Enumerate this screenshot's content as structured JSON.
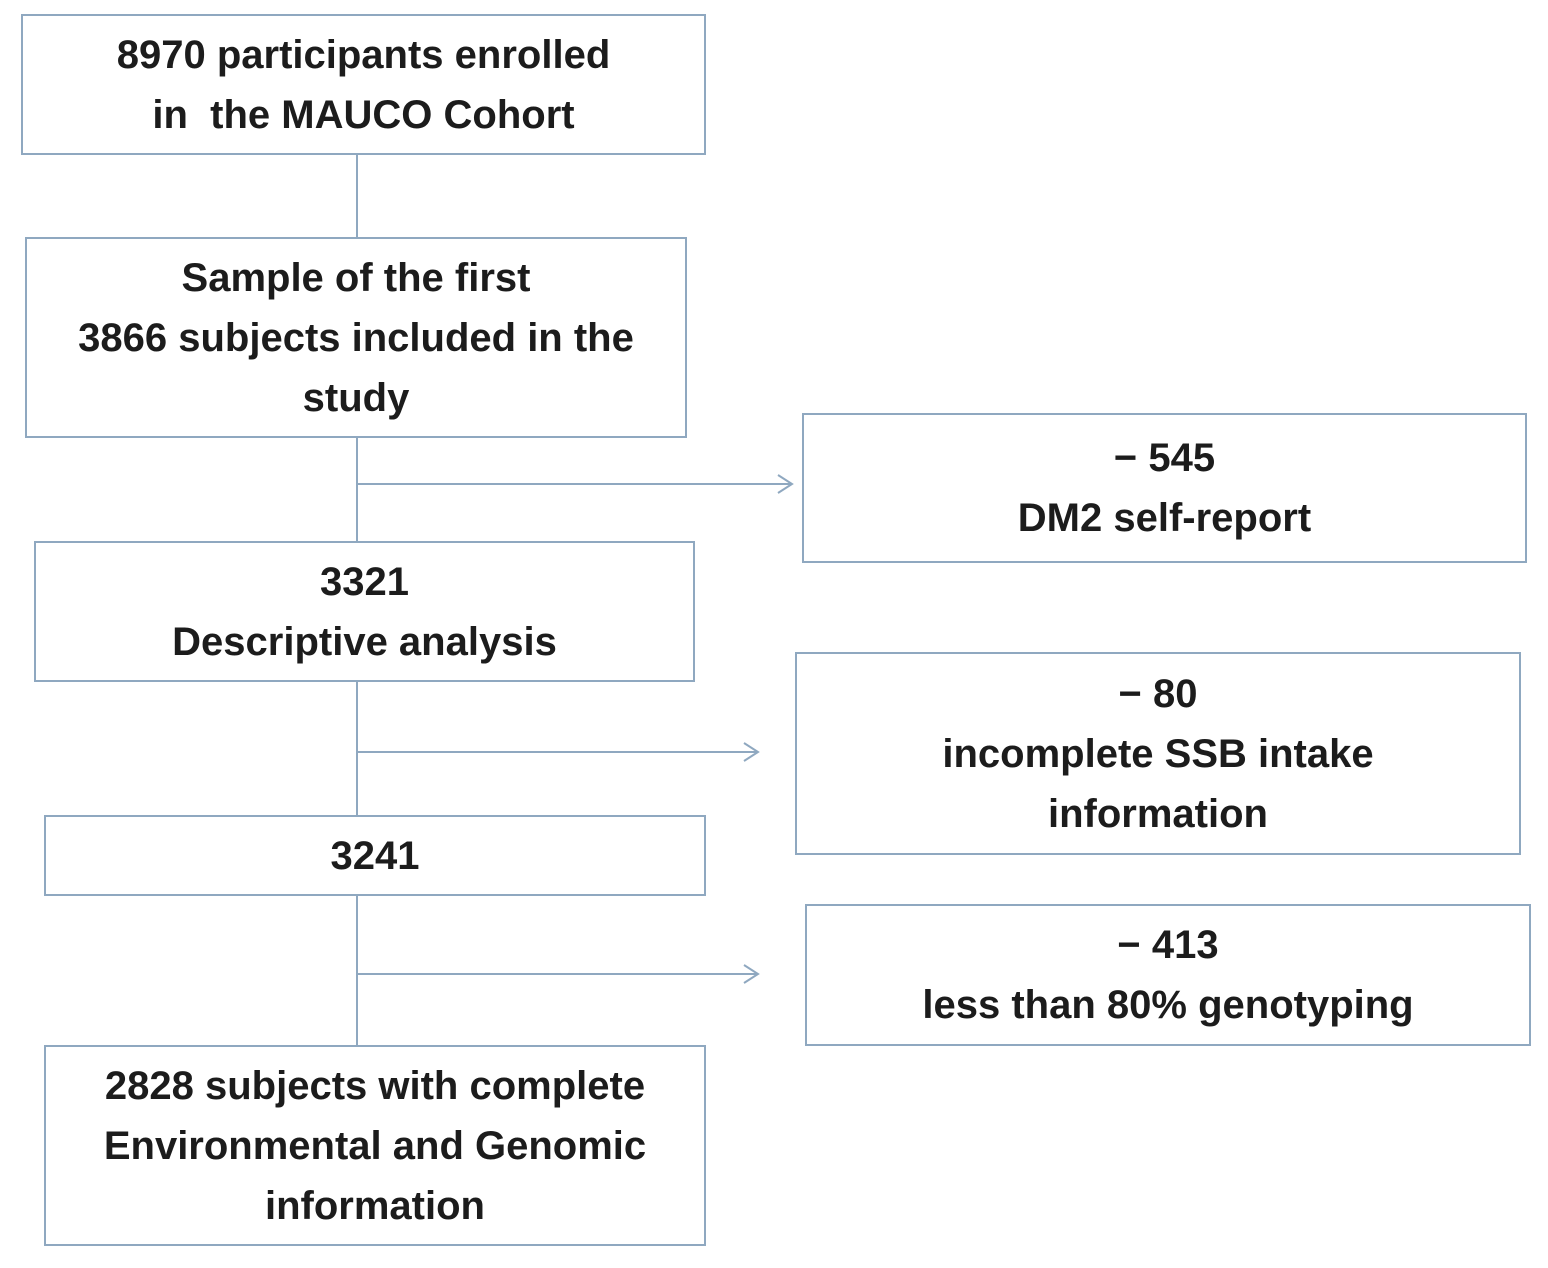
{
  "flow": {
    "enrolled": {
      "lines": [
        "8970 participants enrolled",
        "in  the MAUCO Cohort"
      ]
    },
    "sample": {
      "lines": [
        "Sample of the first",
        "3866 subjects included in the",
        "study"
      ]
    },
    "descriptive": {
      "lines": [
        "3321",
        "Descriptive analysis"
      ]
    },
    "ssb_complete": {
      "lines": [
        "3241"
      ]
    },
    "final": {
      "lines": [
        "2828 subjects with complete",
        "Environmental and Genomic",
        "information"
      ]
    }
  },
  "exclusions": {
    "dm2": {
      "lines": [
        "− 545",
        "DM2 self-report"
      ]
    },
    "ssb": {
      "lines": [
        "− 80",
        "incomplete SSB intake",
        "information"
      ]
    },
    "genotyping": {
      "lines": [
        "− 413",
        "less than 80% genotyping"
      ]
    }
  },
  "colors": {
    "border": "#8fa8c0",
    "connector": "#8fa8c0",
    "text": "#1c1c1c"
  }
}
